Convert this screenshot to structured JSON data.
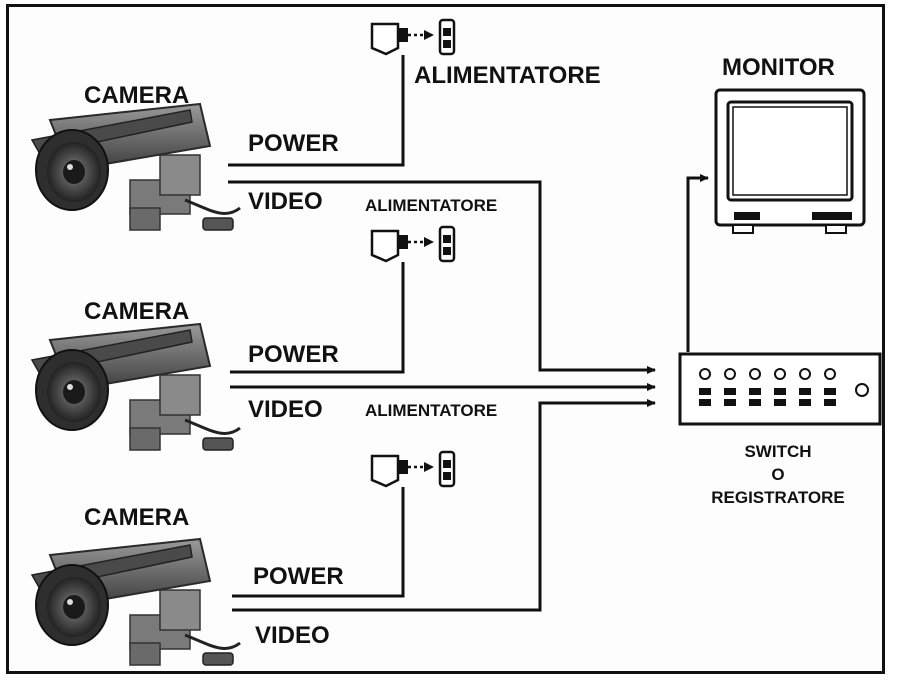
{
  "labels": {
    "camera_1": "CAMERA",
    "camera_2": "CAMERA",
    "camera_3": "CAMERA",
    "power_1": "POWER",
    "power_2": "POWER",
    "power_3": "POWER",
    "video_1": "VIDEO",
    "video_2": "VIDEO",
    "video_3": "VIDEO",
    "alimentatore_1": "ALIMENTATORE",
    "alimentatore_2": "ALIMENTATORE",
    "alimentatore_3": "ALIMENTATORE",
    "monitor": "MONITOR",
    "switch_line1": "SWITCH",
    "switch_line2": "O",
    "switch_line3": "REGISTRATORE"
  },
  "colors": {
    "ink": "#111111",
    "camera_body": "#6f6f6f",
    "camera_dark": "#3a3a3a"
  },
  "icons": [
    "camera-icon",
    "power-adapter-icon",
    "power-plug-icon",
    "monitor-icon",
    "switch-recorder-icon"
  ]
}
